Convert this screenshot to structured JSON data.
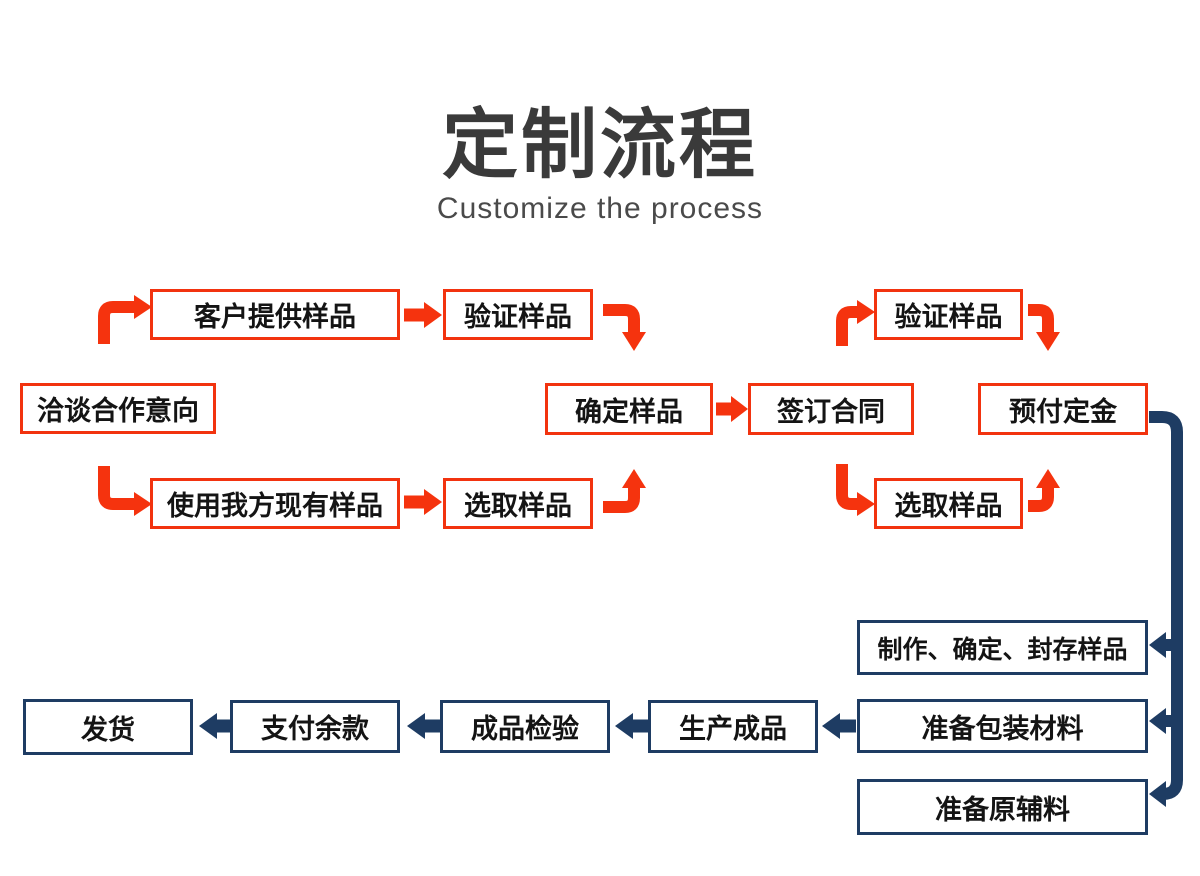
{
  "title": "定制流程",
  "subtitle": "Customize the process",
  "colors": {
    "arrow_red": "#f5330e",
    "box_border_red": "#f2330f",
    "navy": "#1e3c63",
    "title_text": "#3a3a3a",
    "node_text": "#141414",
    "background": "#ffffff"
  },
  "nodes": {
    "talk": {
      "label": "洽谈合作意向"
    },
    "customer_sample": {
      "label": "客户提供样品"
    },
    "verify_left": {
      "label": "验证样品"
    },
    "use_ours": {
      "label": "使用我方现有样品"
    },
    "select_left": {
      "label": "选取样品"
    },
    "confirm": {
      "label": "确定样品"
    },
    "contract": {
      "label": "签订合同"
    },
    "verify_right": {
      "label": "验证样品"
    },
    "select_right": {
      "label": "选取样品"
    },
    "deposit": {
      "label": "预付定金"
    },
    "make_seal": {
      "label": "制作、确定、封存样品"
    },
    "packing": {
      "label": "准备包装材料"
    },
    "raw": {
      "label": "准备原辅料"
    },
    "produce": {
      "label": "生产成品"
    },
    "inspect": {
      "label": "成品检验"
    },
    "pay": {
      "label": "支付余款"
    },
    "ship": {
      "label": "发货"
    }
  },
  "edges": [
    {
      "from": "talk",
      "to": "customer_sample",
      "color": "red"
    },
    {
      "from": "talk",
      "to": "use_ours",
      "color": "red"
    },
    {
      "from": "customer_sample",
      "to": "verify_left",
      "color": "red"
    },
    {
      "from": "use_ours",
      "to": "select_left",
      "color": "red"
    },
    {
      "from": "verify_left",
      "to": "confirm",
      "color": "red"
    },
    {
      "from": "select_left",
      "to": "confirm",
      "color": "red"
    },
    {
      "from": "confirm",
      "to": "contract",
      "color": "red"
    },
    {
      "from": "contract",
      "to": "verify_right",
      "color": "red"
    },
    {
      "from": "contract",
      "to": "select_right",
      "color": "red"
    },
    {
      "from": "verify_right",
      "to": "deposit",
      "color": "red"
    },
    {
      "from": "select_right",
      "to": "deposit",
      "color": "red"
    },
    {
      "from": "deposit",
      "to": "make_seal",
      "color": "navy"
    },
    {
      "from": "deposit",
      "to": "packing",
      "color": "navy"
    },
    {
      "from": "deposit",
      "to": "raw",
      "color": "navy"
    },
    {
      "from": "packing",
      "to": "produce",
      "color": "navy"
    },
    {
      "from": "produce",
      "to": "inspect",
      "color": "navy"
    },
    {
      "from": "inspect",
      "to": "pay",
      "color": "navy"
    },
    {
      "from": "pay",
      "to": "ship",
      "color": "navy"
    }
  ]
}
